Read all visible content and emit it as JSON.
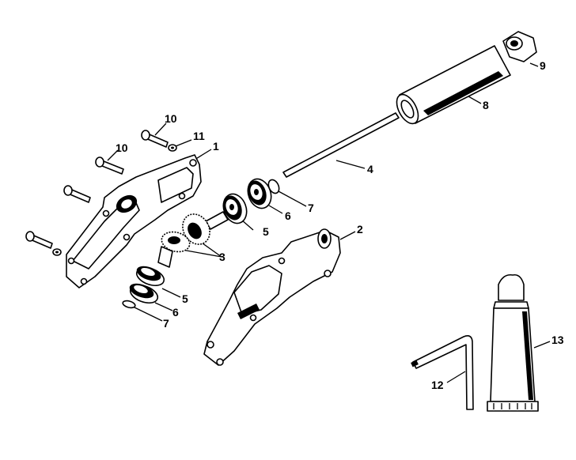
{
  "labels": {
    "l1": "1",
    "l2": "2",
    "l3": "3",
    "l4": "4",
    "l5a": "5",
    "l5b": "5",
    "l6a": "6",
    "l6b": "6",
    "l7a": "7",
    "l7b": "7",
    "l8": "8",
    "l9": "9",
    "l10a": "10",
    "l10b": "10",
    "l11": "11",
    "l12": "12",
    "l13": "13"
  }
}
